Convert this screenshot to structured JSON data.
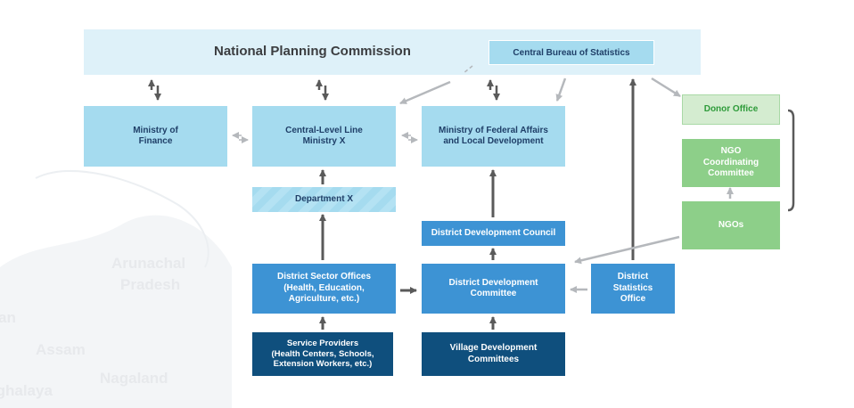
{
  "background_map": {
    "labels": [
      "Arunachal",
      "Pradesh",
      "Assam",
      "Nagaland",
      "Meghalaya",
      "an"
    ]
  },
  "npc": {
    "title": "National Planning Commission",
    "cbs": "Central Bureau of Statistics"
  },
  "boxes": {
    "ministry_finance": "Ministry of\nFinance",
    "central_line_ministry": "Central-Level Line\nMinistry X",
    "mofald": "Ministry of Federal Affairs\nand Local Development",
    "department_x": "Department X",
    "ddc_council": "District Development Council",
    "district_sector_offices": "District Sector Offices\n(Health, Education,\nAgriculture, etc.)",
    "ddc_committee": "District Development\nCommittee",
    "district_statistics_office": "District\nStatistics\nOffice",
    "service_providers": "Service Providers\n(Health Centers, Schools,\nExtension Workers, etc.)",
    "vdc": "Village Development\nCommittees",
    "donor_office": "Donor Office",
    "ngo_committee": "NGO\nCoordinating\nCommittee",
    "ngos": "NGOs"
  },
  "colors": {
    "light_blue": "#a5dbef",
    "mid_blue": "#3d93d4",
    "dark_blue": "#0f4f7d",
    "green": "#8dcf89",
    "light_green": "#d4ecd0",
    "arrow_dark": "#5a5a5a",
    "arrow_light": "#b5b8bc"
  }
}
